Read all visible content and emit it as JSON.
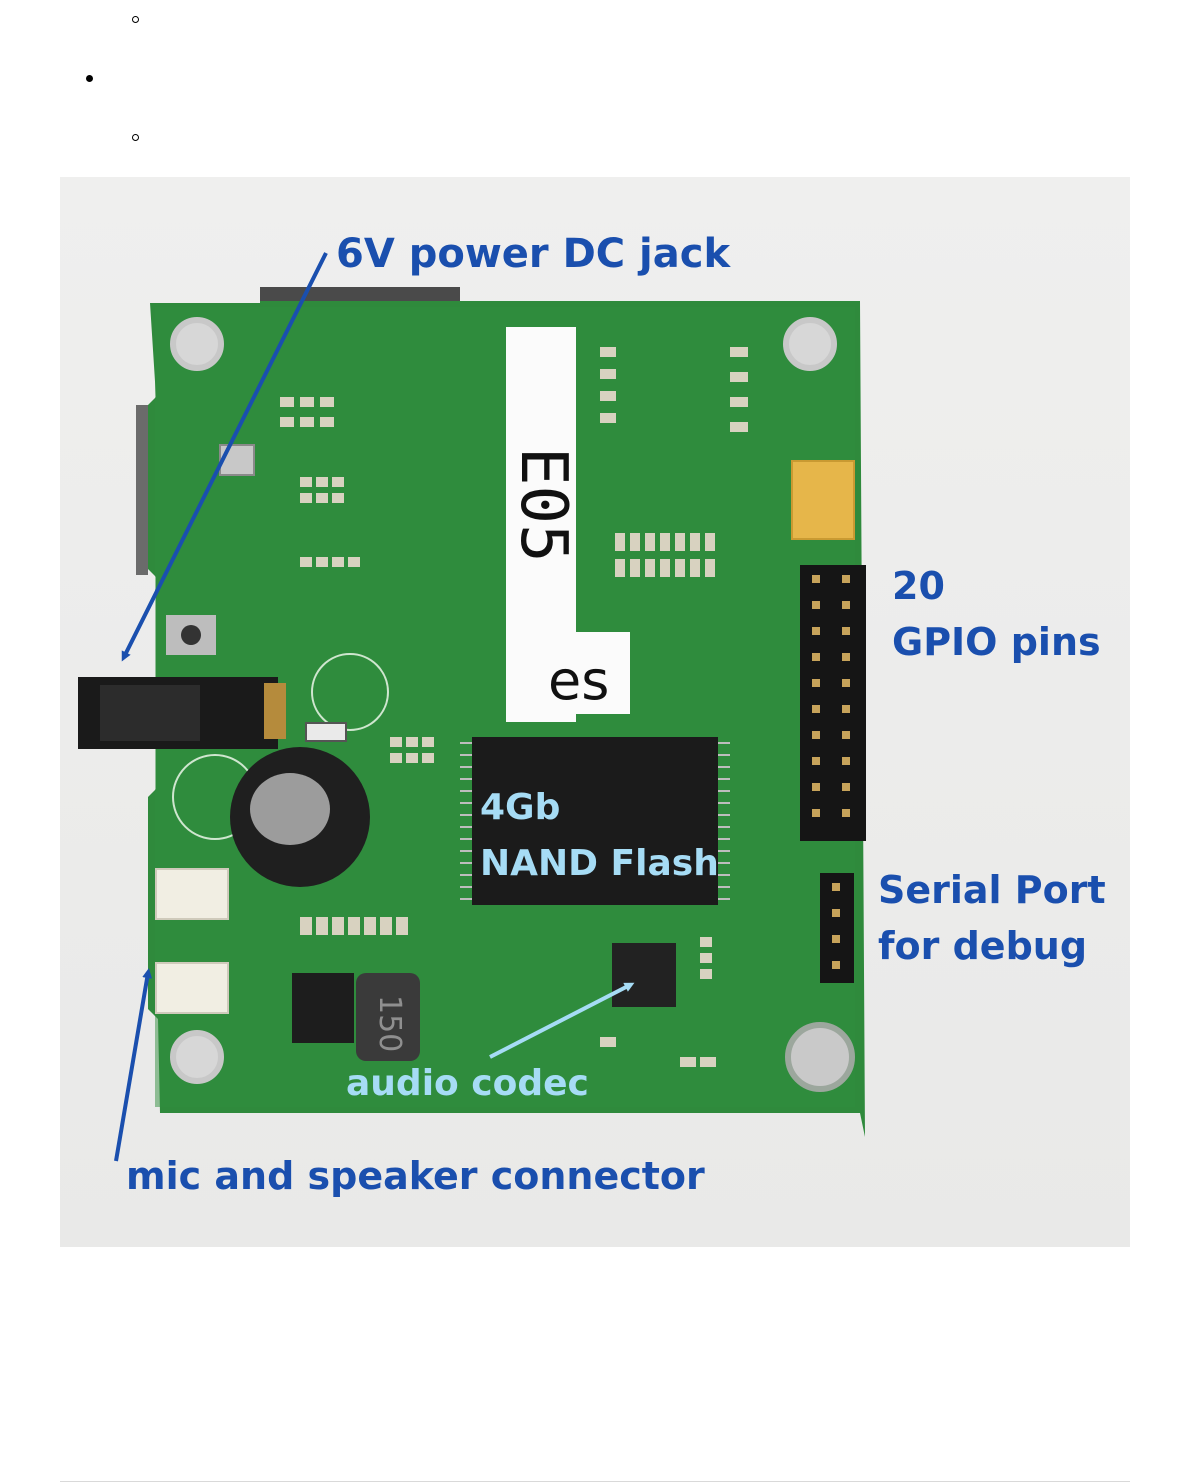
{
  "figure": {
    "labels": {
      "dc_jack": "6V power DC jack",
      "gpio_line1": "20",
      "gpio_line2": "GPIO pins",
      "flash_line1": "4Gb",
      "flash_line2": "NAND Flash",
      "serial_line1": "Serial Port",
      "serial_line2": "for debug",
      "codec": "audio codec",
      "mic": "mic and speaker connector",
      "board_sticker_1": "E05",
      "board_sticker_2": "es",
      "inductor_mark": "150"
    },
    "colors": {
      "annotation": "#1a4fae",
      "annotation_light": "#a6dcf5",
      "pcb": "#2f8a3c",
      "background": "#ececeb"
    }
  }
}
